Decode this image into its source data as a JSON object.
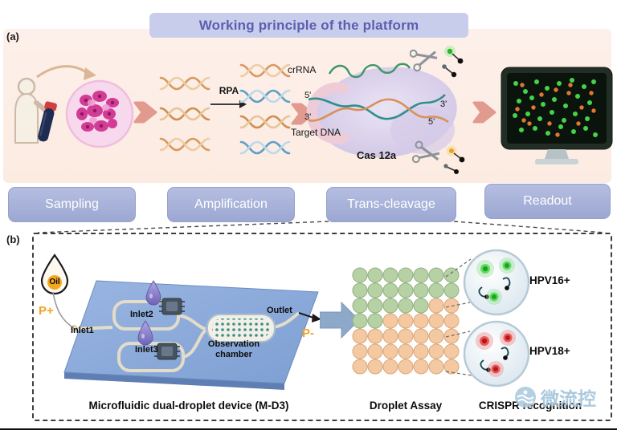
{
  "title": "Working principle of the platform",
  "panel_a": {
    "label": "(a)",
    "rpa": "RPA",
    "complex": {
      "crrna": "crRNA",
      "left_5": "5'",
      "left_3": "3'",
      "target_dna": "Target DNA",
      "cas12a": "Cas 12a",
      "right_3": "3'",
      "right_5": "5'"
    },
    "steps": [
      {
        "label": "Sampling"
      },
      {
        "label": "Amplification"
      },
      {
        "label": "Trans-cleavage"
      },
      {
        "label": "Readout"
      }
    ]
  },
  "panel_b": {
    "label": "(b)",
    "oil": "Oil",
    "p_plus": "P+",
    "p_minus": "P-",
    "device": {
      "inlet1": "Inlet1",
      "inlet2": "Inlet2",
      "inlet3": "Inlet3",
      "observation_chamber": "Observation chamber",
      "outlet": "Outlet",
      "caption": "Microfluidic dual-droplet device (M-D3)"
    },
    "droplet_assay_caption": "Droplet Assay",
    "crispr_caption": "CRISPR recognition",
    "hpv16_label": "HPV16+",
    "hpv18_label": "HPV18+",
    "watermark": "微流控"
  },
  "colors": {
    "banner_bg": "#c9cdec",
    "banner_text": "#5a5fb0",
    "panel_a_bg": "#fdf0ea",
    "step_button": "#a6b0d8",
    "flow_arrow": "#e19a8e",
    "p_label_orange": "#f2a31f",
    "device_blue": "#87a7d8",
    "droplet_green": "#b6d2a4",
    "droplet_orange": "#f4c8a0",
    "hpv16_green": "#1fa81f",
    "hpv18_red": "#d42a2a",
    "screen_dot_green": "#46d24a",
    "screen_dot_orange": "#e07830",
    "watermark_blue": "#a3c4dc"
  }
}
